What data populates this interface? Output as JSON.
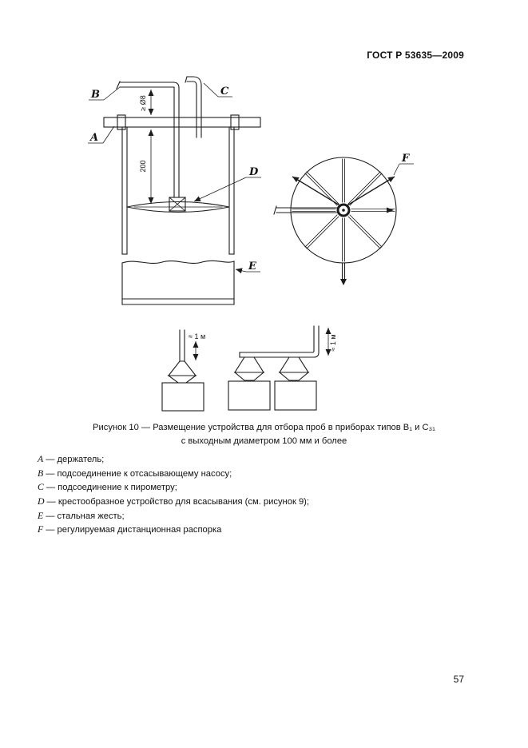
{
  "header": {
    "doc_number": "ГОСТ Р 53635—2009"
  },
  "figure": {
    "labels": {
      "A": "A",
      "B": "B",
      "C": "C",
      "D": "D",
      "E": "E",
      "F": "F"
    },
    "dimensions": {
      "depth": "200",
      "pipe_diameter": "≥ Ø8",
      "height_left": "≈ 1 м",
      "height_right": "≈ 1 м"
    }
  },
  "caption": {
    "line1": "Рисунок 10 — Размещение устройства для отбора проб в приборах типов В₁ и С₃₁",
    "line2": "с выходным диаметром 100 мм и более"
  },
  "legend": {
    "items": [
      {
        "letter": "A",
        "text": "— держатель;"
      },
      {
        "letter": "B",
        "text": "— подсоединение к отсасывающему насосу;"
      },
      {
        "letter": "C",
        "text": "— подсоединение к пирометру;"
      },
      {
        "letter": "D",
        "text": "— крестообразное устройство для всасывания (см. рисунок 9);"
      },
      {
        "letter": "E",
        "text": "— стальная жесть;"
      },
      {
        "letter": "F",
        "text": "— регулируемая дистанционная распорка"
      }
    ]
  },
  "footer": {
    "page_number": "57"
  }
}
